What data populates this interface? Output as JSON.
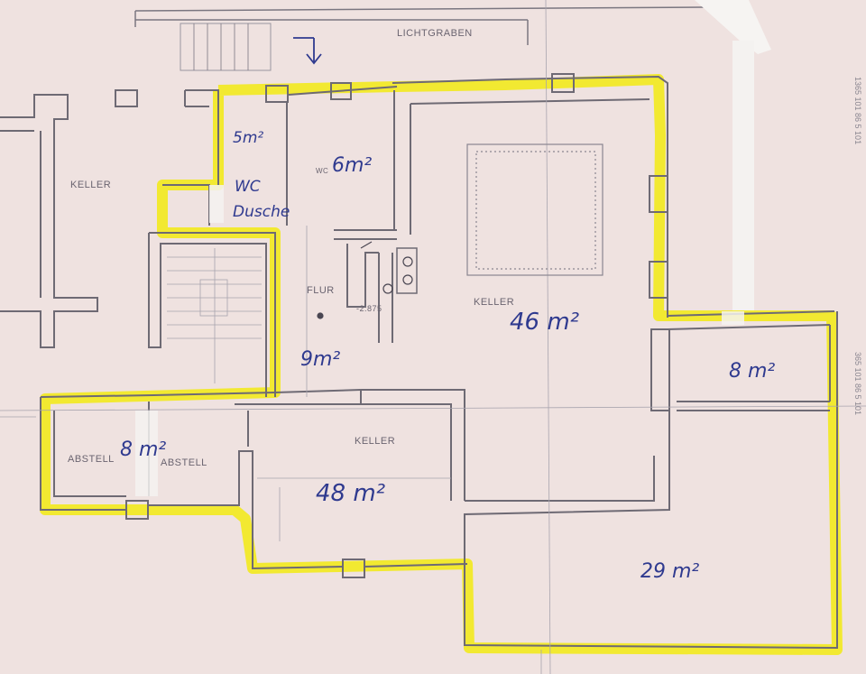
{
  "plan": {
    "printed_labels": {
      "lichtgraben": "LICHTGRABEN",
      "keller_left": "KELLER",
      "keller_main": "KELLER",
      "keller_bottom": "KELLER",
      "flur": "FLUR",
      "abstell_1": "ABSTELL",
      "abstell_2": "ABSTELL",
      "wc_print": "WC",
      "height_mark": "-2.875"
    },
    "handwritten": {
      "area_wc": "5m²",
      "area_room": "6m²",
      "wc_label": "WC",
      "dusche_label": "Dusche",
      "area_flur": "9m²",
      "area_keller_main": "46 m²",
      "area_side": "8 m²",
      "area_abstell": "8 m²",
      "area_keller_bottom": "48 m²",
      "area_lower_right": "29 m²"
    },
    "margin_text": {
      "top_right": "1365 101 86 5 101",
      "bottom_right": "365 101 86 5 101"
    },
    "colors": {
      "paper": "#efe2e0",
      "wall": "#6e6a74",
      "highlight": "#f2ea1e",
      "ink": "#2f3a8f"
    }
  }
}
